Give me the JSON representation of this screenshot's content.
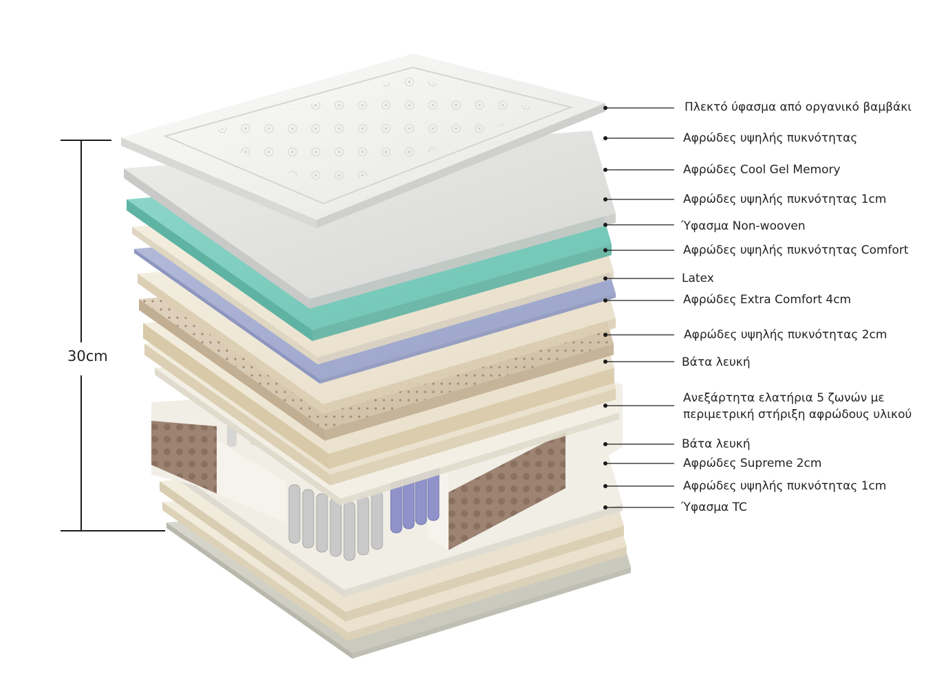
{
  "dimension": {
    "label": "30cm"
  },
  "labels": [
    "Πλεκτό ύφασμα από οργανικό βαμβάκι",
    "Αφρώδες υψηλής πυκνότητας",
    "Αφρώδες Cool Gel Memory",
    "Αφρώδες υψηλής πυκνότητας 1cm",
    "Ύφασμα Non-wooven",
    "Αφρώδες υψηλής πυκνότητας Comfort",
    "Latex",
    "Αφρώδες Extra Comfort 4cm",
    "Αφρώδες υψηλής πυκνότητας 2cm",
    "Βάτα λευκή",
    "Ανεξάρτητα ελατήρια 5 ζωνών με",
    "περιμετρική στήριξη αφρώδους υλικού",
    "Βάτα λευκή",
    "Αφρώδες Supreme 2cm",
    "Αφρώδες υψηλής πυκνότητας 1cm",
    "Ύφασμα TC"
  ],
  "colors": {
    "knit_top": "#f3f3f2",
    "high_density": "#e4e4e3",
    "cool_gel": "#7fcfc0",
    "cream": "#efe8d6",
    "non_woven": "#a9b1d2",
    "latex": "#d8c8b2",
    "fiber": "#f2ede0",
    "spring_frame": "#f1eee6",
    "tc_fabric": "#cfcfc4",
    "panel_brown": "#9a7f6e",
    "spring_grey": "#c9c9c9",
    "spring_blue": "#8f93c9",
    "line": "#1a1a1a"
  },
  "icons": [
    "leader-dot-icon"
  ]
}
